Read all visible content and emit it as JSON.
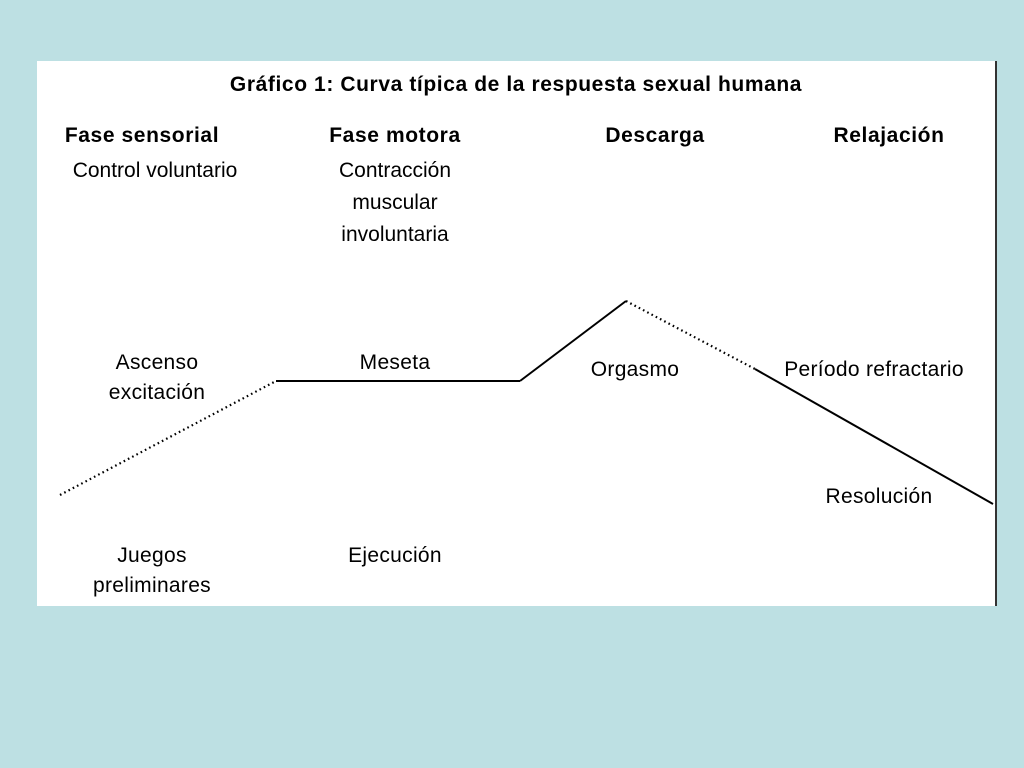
{
  "title": "Gráfico 1: Curva típica de la respuesta sexual humana",
  "phases": [
    {
      "heading": "Fase sensorial",
      "sub": "Control voluntario"
    },
    {
      "heading": "Fase motora",
      "sub": "Contracción muscular involuntaria"
    },
    {
      "heading": "Descarga",
      "sub": ""
    },
    {
      "heading": "Relajación",
      "sub": ""
    }
  ],
  "curve_labels": {
    "ascenso": "Ascenso excitación",
    "meseta": "Meseta",
    "orgasmo": "Orgasmo",
    "periodo": "Período refractario",
    "resolucion": "Resolución"
  },
  "bottom_labels": {
    "juegos": "Juegos preliminares",
    "ejecucion": "Ejecución"
  },
  "colors": {
    "background": "#bde0e3",
    "panel": "#ffffff",
    "line": "#000000"
  }
}
